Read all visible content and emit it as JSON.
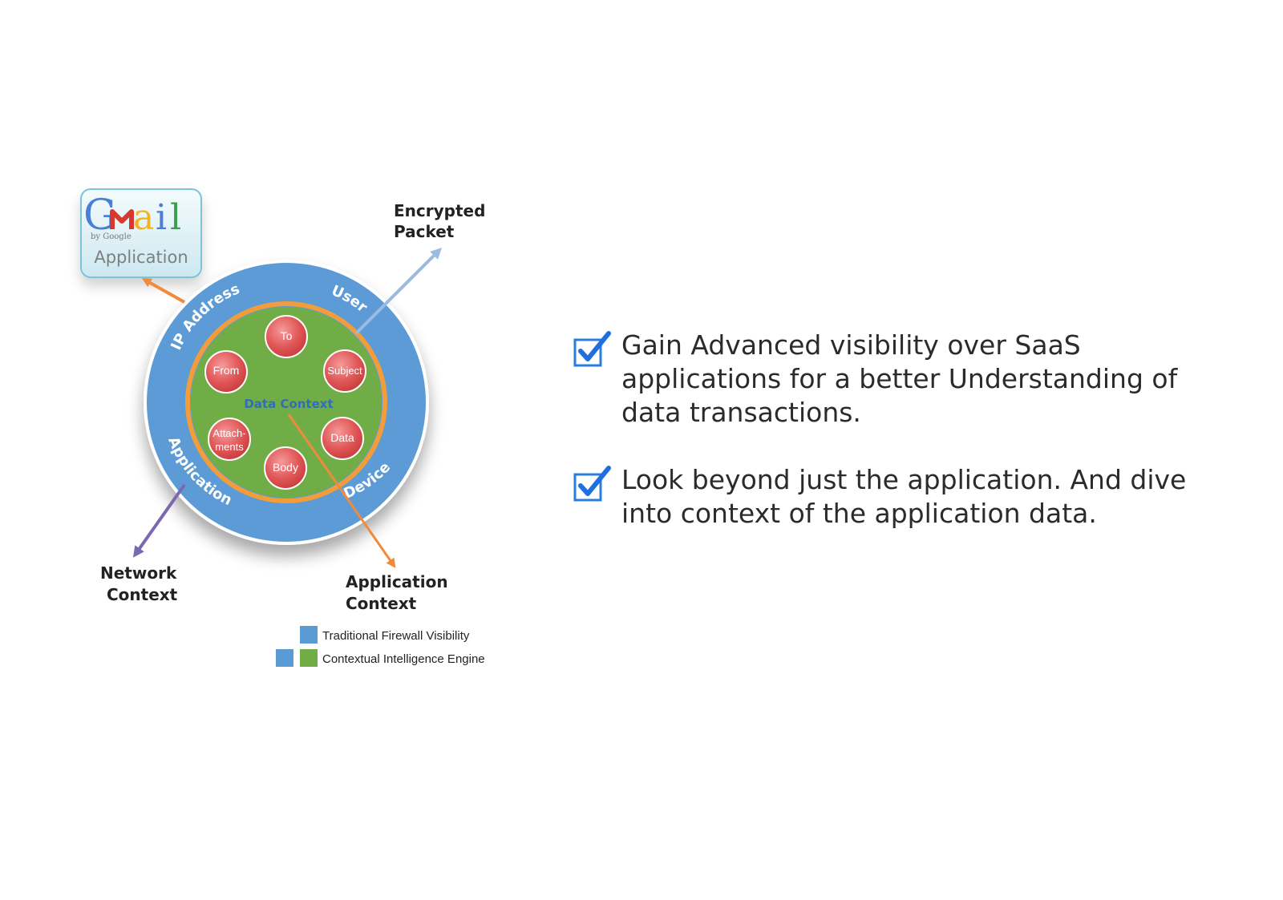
{
  "diagram": {
    "gmail_logo": "Gmail",
    "gmail_byline": "by Google",
    "gmail_caption": "Application",
    "encrypted_packet": [
      "Encrypted",
      "Packet"
    ],
    "network_context": [
      "Network",
      "Context"
    ],
    "application_context": [
      "Application",
      "Context"
    ],
    "ring_labels": {
      "ip_address": "IP Address",
      "user": "User",
      "application": "Application",
      "device": "Device"
    },
    "center_label": "Data Context",
    "nodes": {
      "to": "To",
      "from": "From",
      "subject": "Subject",
      "attachments": [
        "Attach-",
        "ments"
      ],
      "data": "Data",
      "body": "Body"
    },
    "legend": {
      "traditional": "Traditional Firewall Visibility",
      "contextual": "Contextual Intelligence Engine"
    },
    "colors": {
      "outer_ring": "#5b9bd5",
      "inner_circle": "#70ad47",
      "orange_ring": "#f39c3a",
      "node_red": "#e05555",
      "arrow_orange": "#f08a3c",
      "arrow_blue": "#9bbbe0",
      "arrow_purple": "#7b68b0"
    }
  },
  "bullets": [
    {
      "icon": "checkbox-checked-icon",
      "text": "Gain Advanced visibility over SaaS applications for a better Understanding of data transactions."
    },
    {
      "icon": "checkbox-checked-icon",
      "text": "Look beyond just the application. And dive into context of the application data."
    }
  ]
}
